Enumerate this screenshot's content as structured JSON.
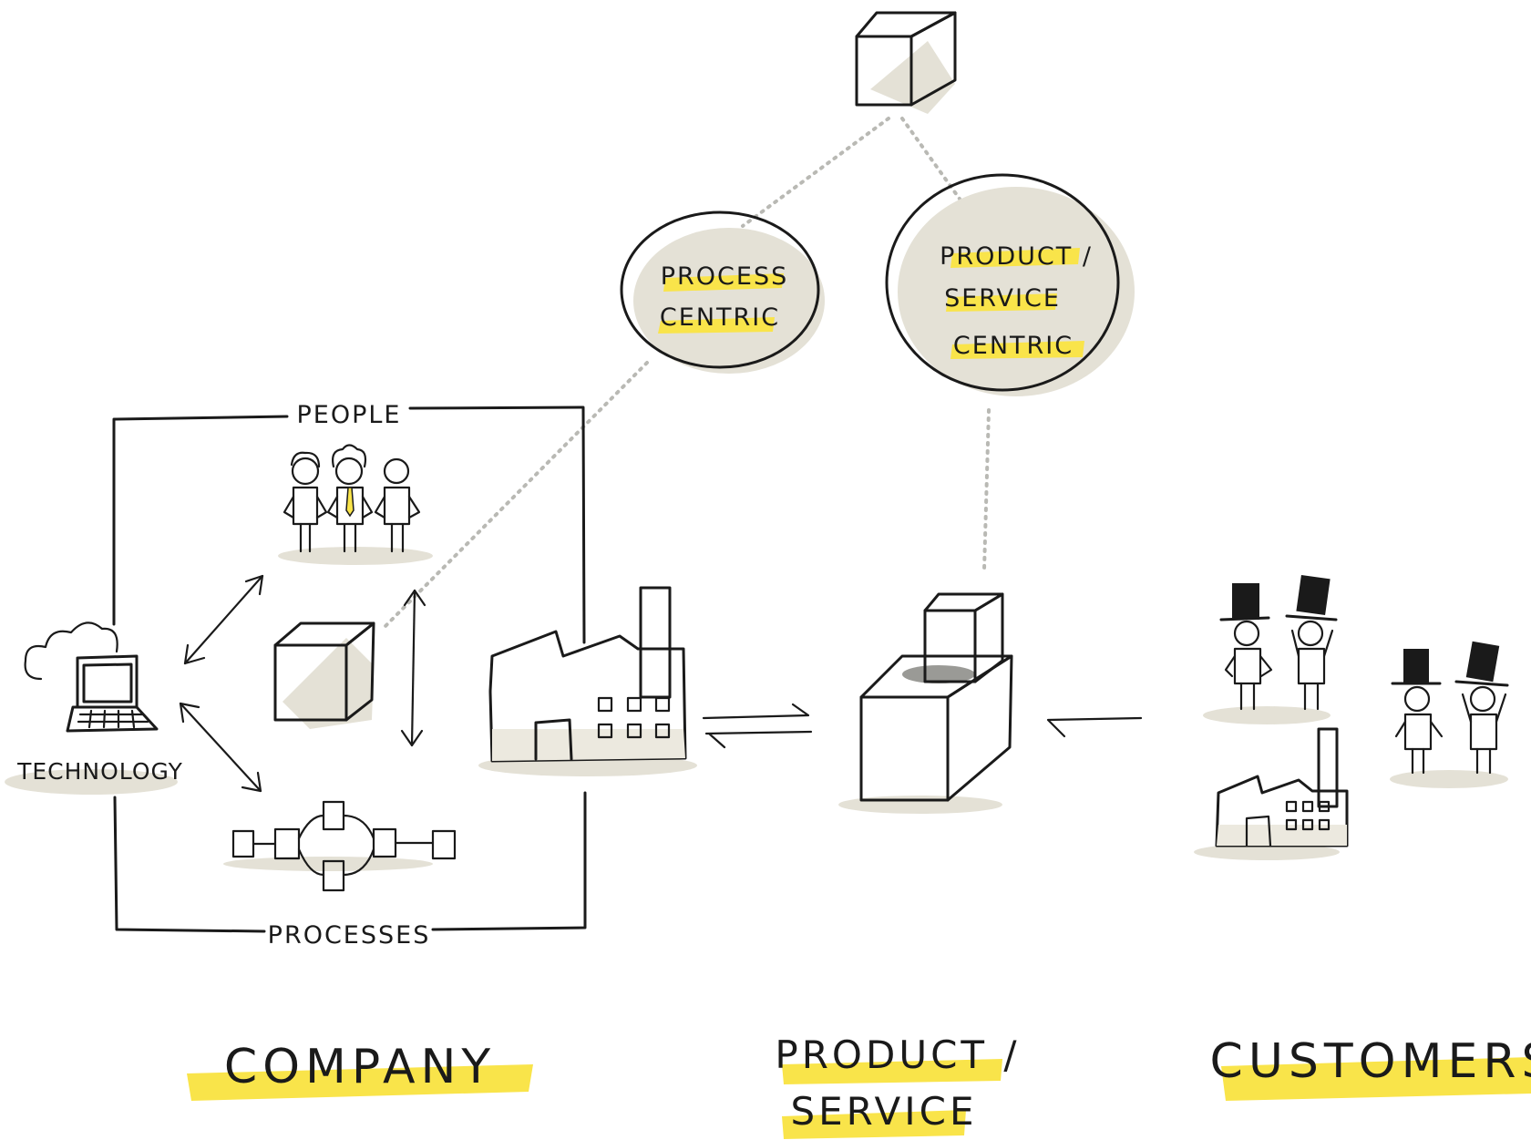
{
  "colors": {
    "accent_yellow": "#f6b400",
    "highlight_yellow": "#f9e44a",
    "shadow_beige": "#e4e1d6",
    "ink": "#1a1a1a",
    "cube_side": "#ece9df",
    "connector_gray": "#b9b9b4"
  },
  "bubbles": {
    "process_centric": {
      "line1": "PROCESS",
      "line2": "CENTRIC"
    },
    "product_centric": {
      "line1": "PRODUCT /",
      "line2": "SERVICE",
      "line3": "CENTRIC"
    }
  },
  "company_box": {
    "people_label": "PEOPLE",
    "processes_label": "PROCESSES",
    "technology_label": "TECHNOLOGY"
  },
  "sections": {
    "company": "COMPANY",
    "product_line1": "PRODUCT /",
    "product_line2": "SERVICE",
    "customers": "CUSTOMERS"
  },
  "icons": [
    "cube-icon",
    "people-group-icon",
    "laptop-icon",
    "cloud-icon",
    "process-flow-icon",
    "factory-icon",
    "product-box-icon",
    "customer-top-hat-icon",
    "bidirectional-arrow-icon"
  ]
}
